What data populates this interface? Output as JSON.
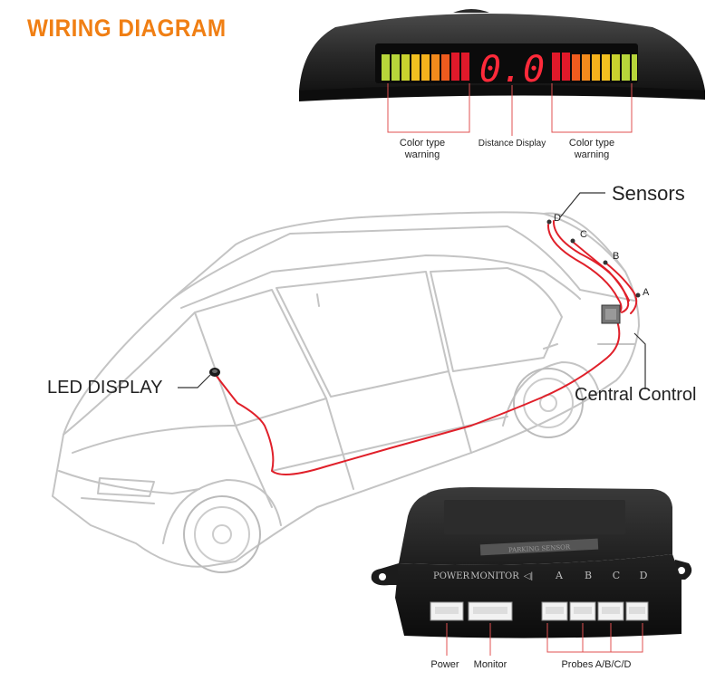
{
  "title": "WIRING DIAGRAM",
  "display": {
    "readout": "0.0",
    "left_label_line1": "Color type",
    "left_label_line2": "warning",
    "center_label": "Distance Display",
    "right_label_line1": "Color type",
    "right_label_line2": "warning",
    "colors": {
      "green": "#b7d53a",
      "yellow": "#f2c020",
      "orange": "#f28a1c",
      "red": "#e0192a",
      "digit": "#ff2a3a"
    }
  },
  "car": {
    "sensors_label": "Sensors",
    "led_display_label": "LED DISPLAY",
    "central_control_label": "Central Control",
    "sensor_letters": [
      "D",
      "C",
      "B",
      "A"
    ],
    "wire_color": "#e0202a"
  },
  "control_box": {
    "port_header": [
      "POWER",
      "MONITOR",
      "A",
      "B",
      "C",
      "D"
    ],
    "plate_text": "PARKING SENSOR",
    "label_power": "Power",
    "label_monitor": "Monitor",
    "label_probes": "Probes A/B/C/D"
  }
}
